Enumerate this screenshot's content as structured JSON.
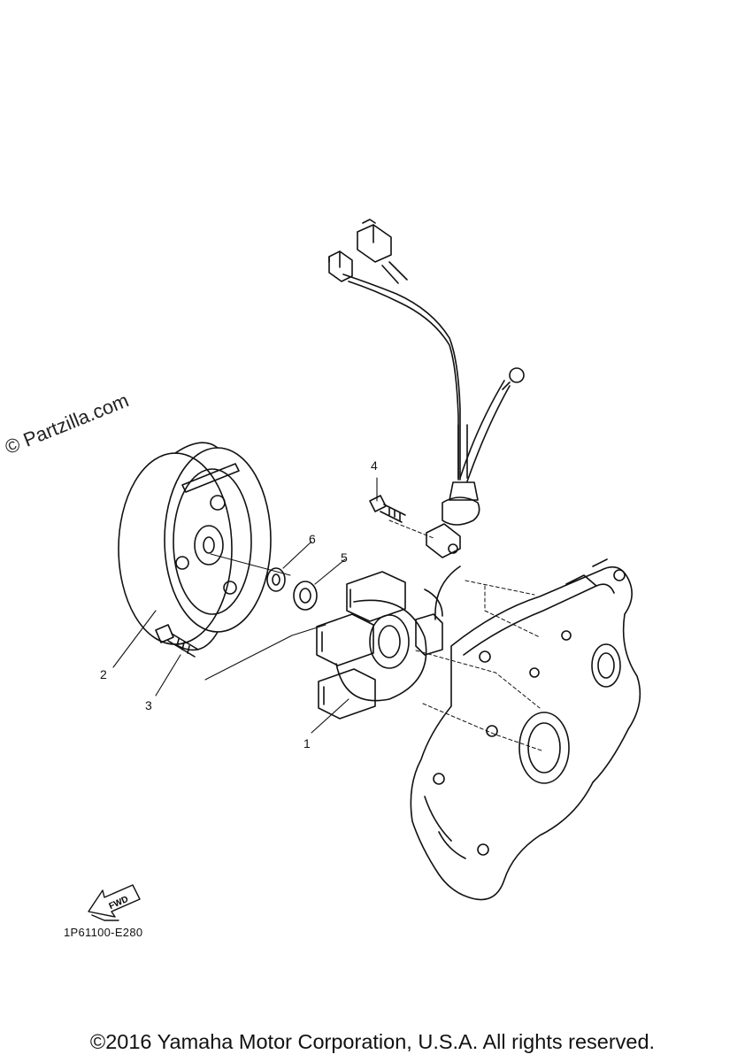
{
  "watermark": "© Partzilla.com",
  "diagram_code": "1P61100-E280",
  "copyright": "©2016 Yamaha Motor Corporation, U.S.A. All rights reserved.",
  "fwd_label": "FWD",
  "callouts": [
    {
      "id": "1",
      "label": "1"
    },
    {
      "id": "2",
      "label": "2"
    },
    {
      "id": "3",
      "label": "3"
    },
    {
      "id": "4",
      "label": "4"
    },
    {
      "id": "5",
      "label": "5"
    },
    {
      "id": "6",
      "label": "6"
    }
  ]
}
